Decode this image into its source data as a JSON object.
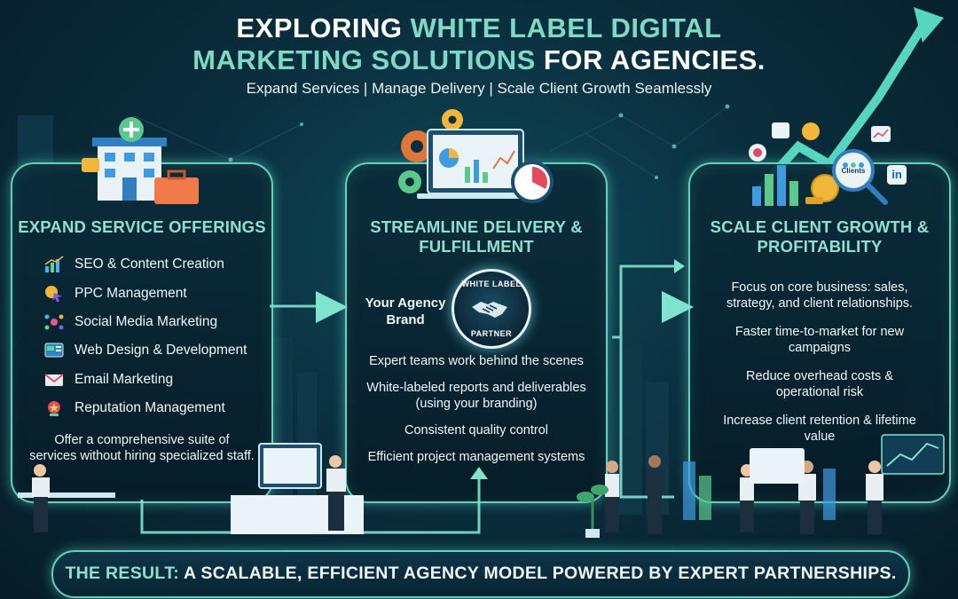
{
  "header": {
    "title_line1_prefix": "EXPLORING ",
    "title_line1_accent": "WHITE LABEL DIGITAL",
    "title_line2_accent": "MARKETING SOLUTIONS",
    "title_line2_suffix": " FOR AGENCIES.",
    "subtitle": "Expand Services | Manage Delivery | Scale Client Growth Seamlessly"
  },
  "panels": {
    "expand": {
      "title": "EXPAND SERVICE OFFERINGS",
      "services": [
        {
          "label": "SEO & Content Creation",
          "icon": "chart-icon"
        },
        {
          "label": "PPC Management",
          "icon": "ppc-icon"
        },
        {
          "label": "Social Media Marketing",
          "icon": "social-icon"
        },
        {
          "label": "Web Design & Development",
          "icon": "web-icon"
        },
        {
          "label": "Email Marketing",
          "icon": "email-icon"
        },
        {
          "label": "Reputation Management",
          "icon": "reputation-icon"
        }
      ],
      "note_line1": "Offer a comprehensive suite of",
      "note_line2": "services without hiring specialized staff."
    },
    "streamline": {
      "title_line1": "STREAMLINE DELIVERY &",
      "title_line2": "FULFILLMENT",
      "agency_line1": "Your Agency",
      "agency_line2": "Brand",
      "badge_top": "WHITE LABEL",
      "badge_bottom": "PARTNER",
      "bullets": [
        "Expert teams work behind the scenes",
        "White-labeled reports and deliverables",
        "(using your branding)",
        "Consistent quality control",
        "Efficient project management systems"
      ]
    },
    "scale": {
      "title_line1": "SCALE CLIENT GROWTH &",
      "title_line2": "PROFITABILITY",
      "bullets": [
        {
          "l1": "Focus on core business: sales,",
          "l2": "strategy, and client relationships."
        },
        {
          "l1": "Faster time-to-market for new",
          "l2": "campaigns"
        },
        {
          "l1": "Reduce overhead costs &",
          "l2": "operational risk"
        },
        {
          "l1": "Increase client retention & lifetime",
          "l2": "value"
        }
      ],
      "clients_badge": "Clients",
      "linkedin": "in"
    }
  },
  "result": {
    "label": "THE RESULT:",
    "text": " A SCALABLE, EFFICIENT AGENCY MODEL POWERED BY EXPERT PARTNERSHIPS."
  },
  "colors": {
    "accent": "#7ed9c6",
    "panel_border": "#5fd3c0",
    "background": "#0a2e3d",
    "arrow": "#7fe3cf"
  }
}
